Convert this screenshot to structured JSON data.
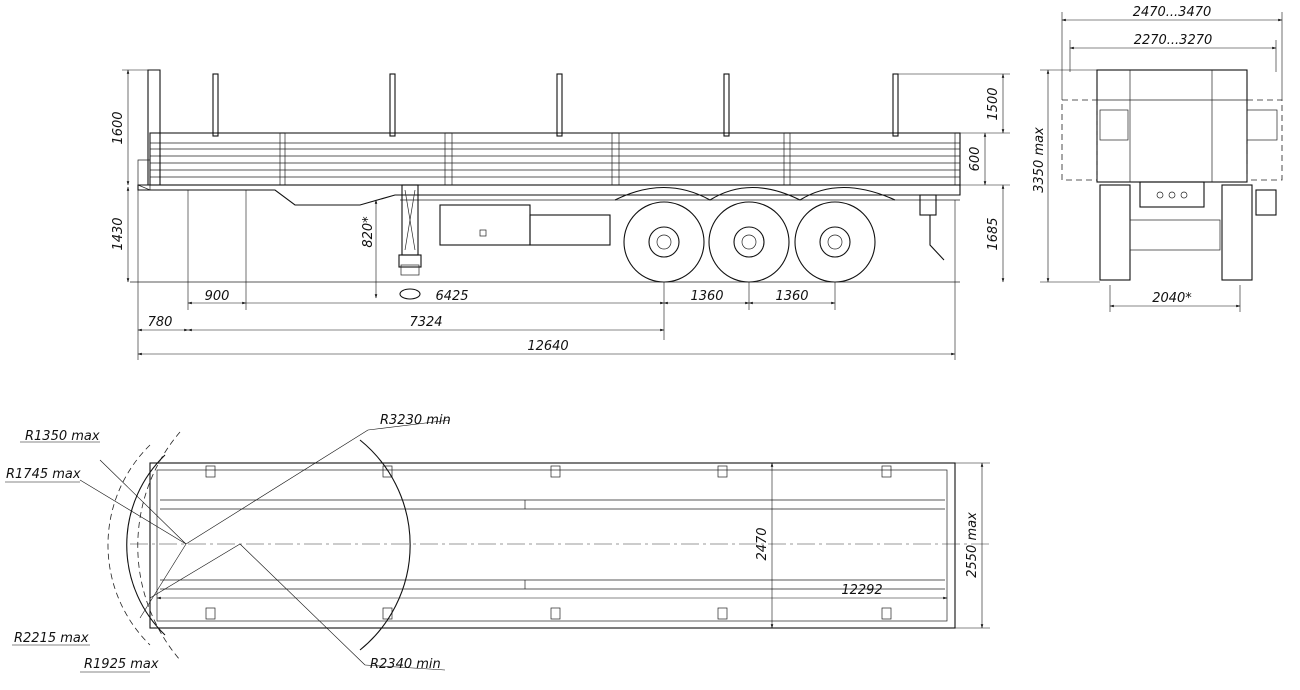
{
  "side_view": {
    "dims": {
      "post_height": "1600",
      "deck_height": "1430",
      "leg_height": "820*",
      "stake_height": "1500",
      "side_board": "600",
      "coupling_height": "1685",
      "kingpin_offset": "900",
      "kingpin_to_axle": "6425",
      "axle_spacing_1": "1360",
      "axle_spacing_2": "1360",
      "front_overhang": "780",
      "wheelbase": "7324",
      "overall_length": "12640"
    }
  },
  "rear_view": {
    "dims": {
      "width_range_outer": "2470...3470",
      "width_range_inner": "2270...3270",
      "height_max": "3350 max",
      "track": "2040*"
    }
  },
  "top_view": {
    "dims": {
      "r_turn_min": "R3230 min",
      "r_front_1": "R1350  max",
      "r_front_2": "R1745 max",
      "r_rear_1": "R2215 max",
      "r_rear_2": "R1925 max",
      "r_inner_min": "R2340 min",
      "inner_width": "2470",
      "platform_length": "12292",
      "overall_width": "2550 max"
    }
  }
}
